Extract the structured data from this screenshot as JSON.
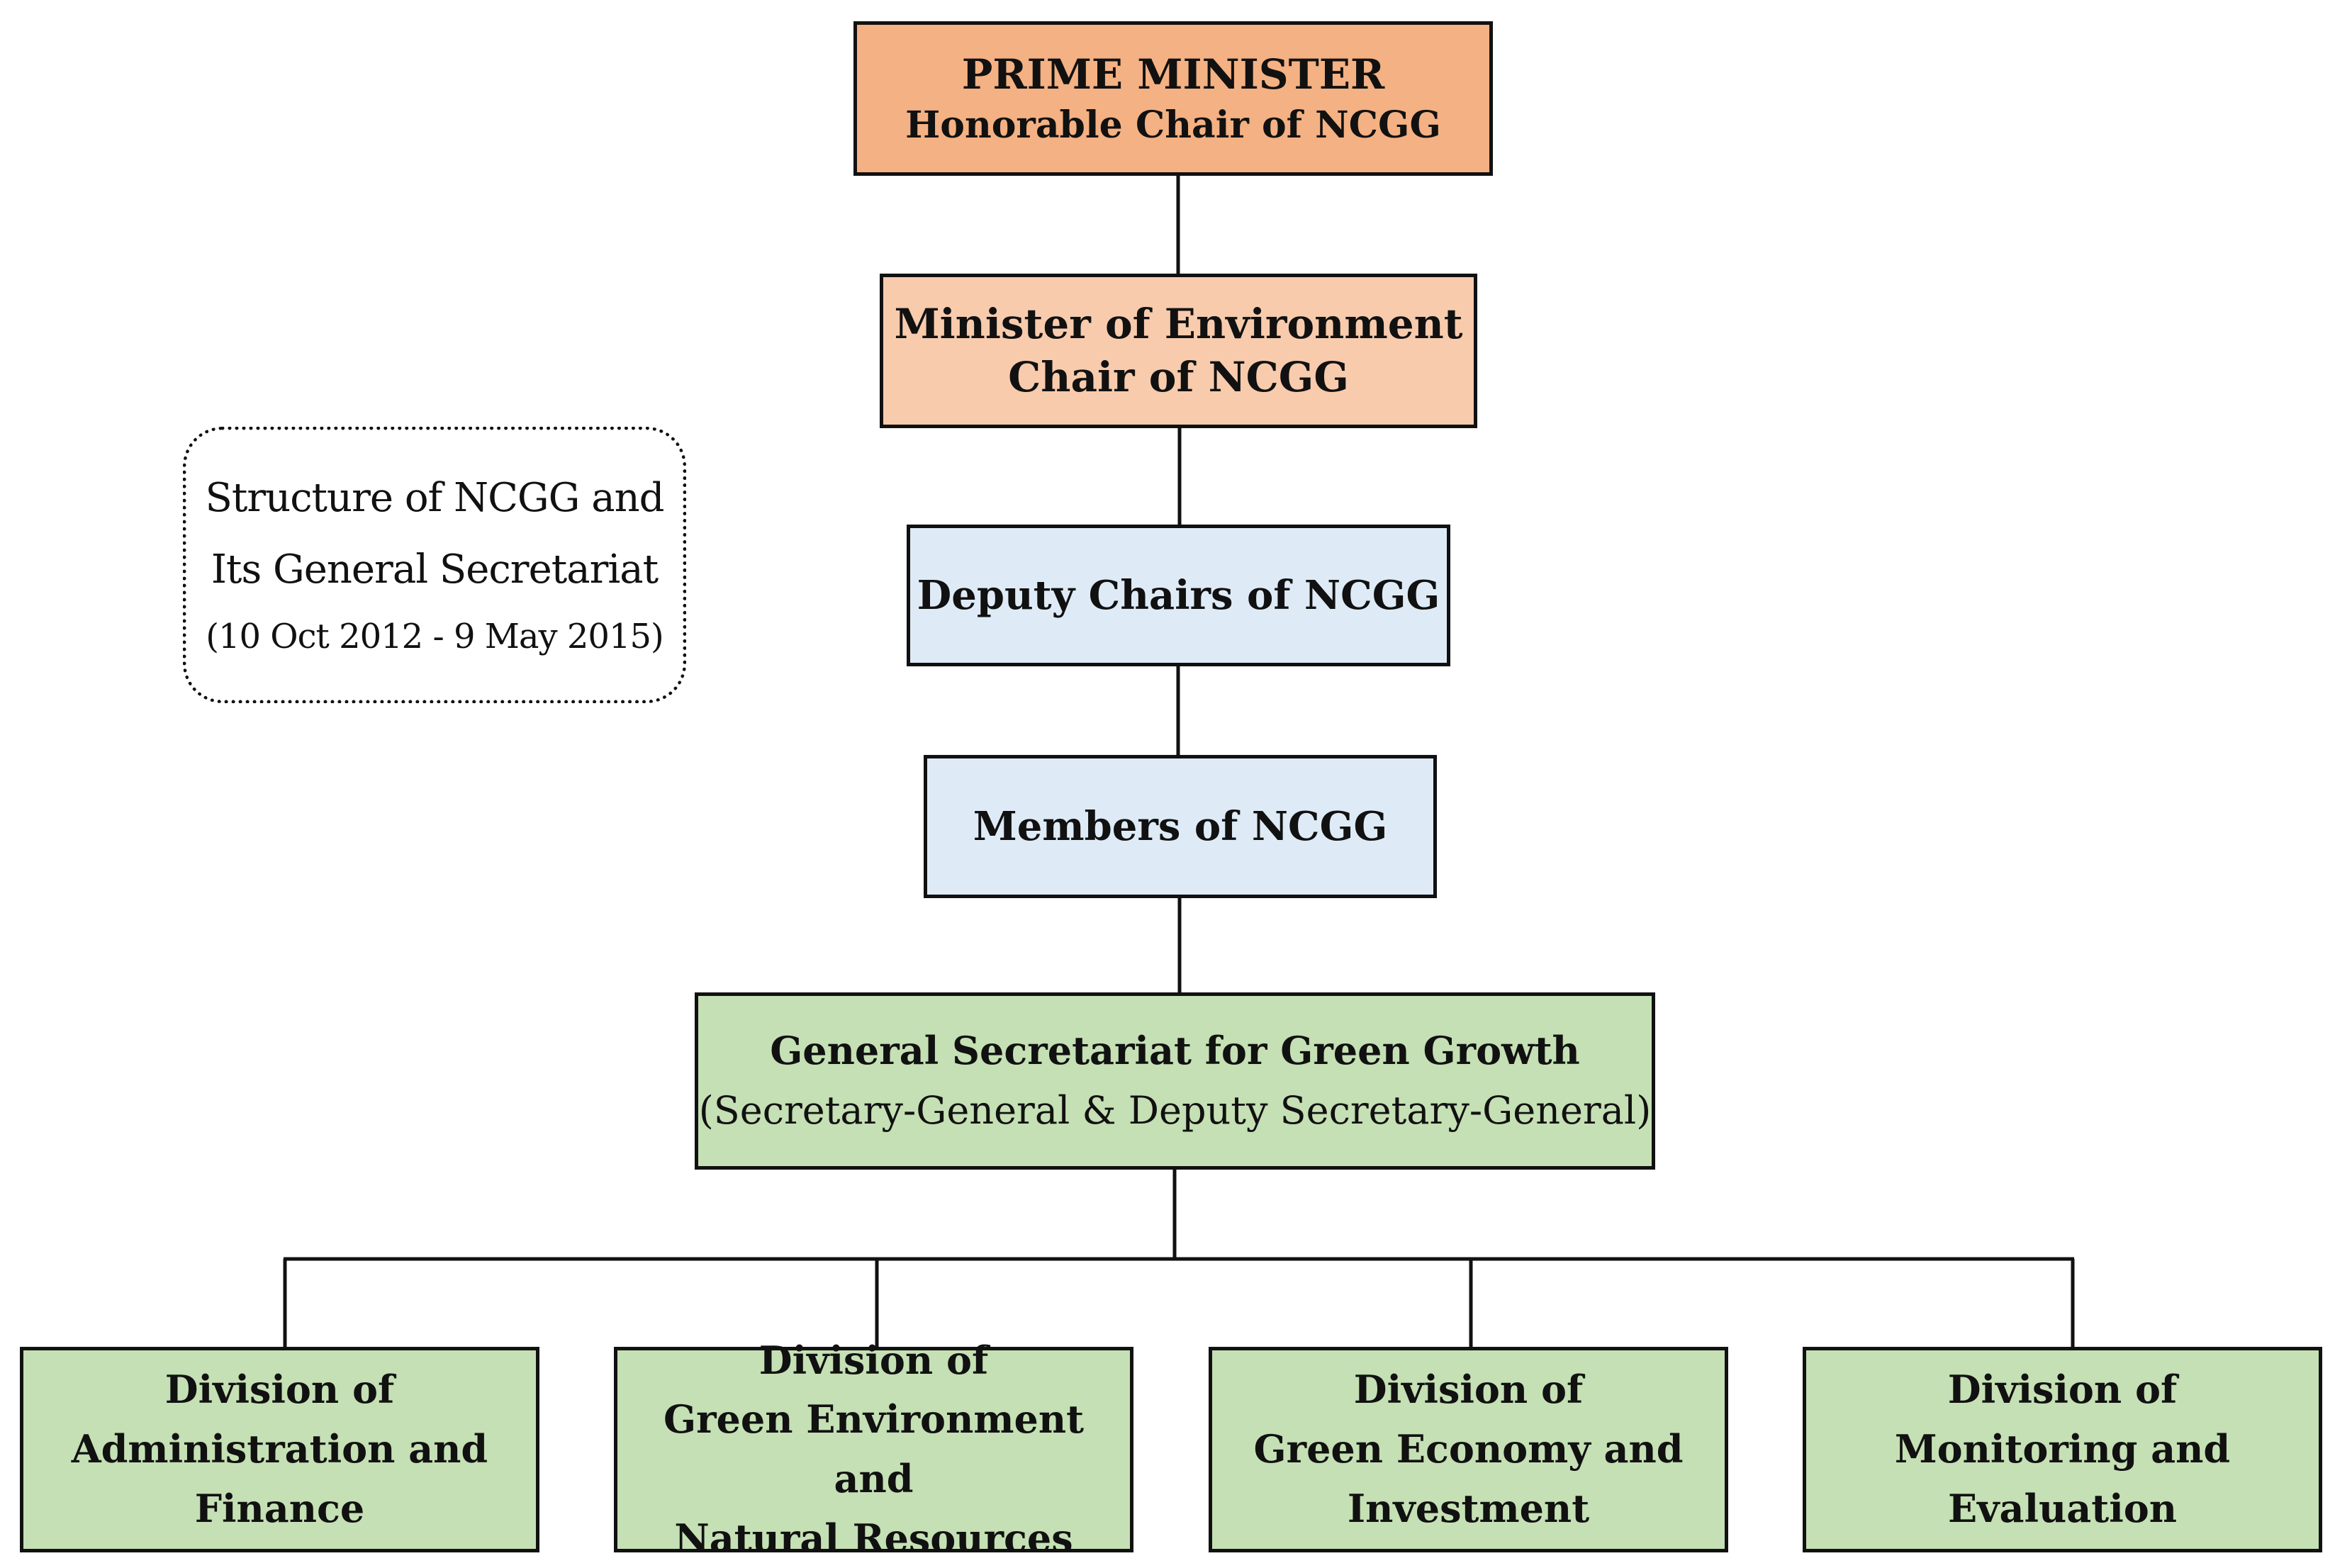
{
  "colors": {
    "prime_minister_fill": "#f4b183",
    "minister_fill": "#f8cbad",
    "blue_fill": "#deebf7",
    "green_fill": "#c5e0b4",
    "border": "#111111",
    "connector": "#111111"
  },
  "note": {
    "line1": "Structure of NCGG and",
    "line2": "Its General Secretariat",
    "line3": "(10 Oct 2012 - 9 May 2015)"
  },
  "prime_minister": {
    "title": "PRIME MINISTER",
    "subtitle": "Honorable Chair of NCGG"
  },
  "minister": {
    "title": "Minister of Environment",
    "subtitle": "Chair of NCGG"
  },
  "deputy_chairs": {
    "title": "Deputy Chairs of NCGG"
  },
  "members": {
    "title": "Members of NCGG"
  },
  "secretariat": {
    "title": "General Secretariat for Green Growth",
    "subtitle": "(Secretary-General & Deputy Secretary-General)"
  },
  "divisions": [
    {
      "line1": "Division of",
      "line2": "Administration and",
      "line3": "Finance"
    },
    {
      "line1": "Division of",
      "line2": "Green Environment and",
      "line3": "Natural Resources"
    },
    {
      "line1": "Division of",
      "line2": "Green Economy and",
      "line3": "Investment"
    },
    {
      "line1": "Division of",
      "line2": "Monitoring and",
      "line3": "Evaluation"
    }
  ]
}
